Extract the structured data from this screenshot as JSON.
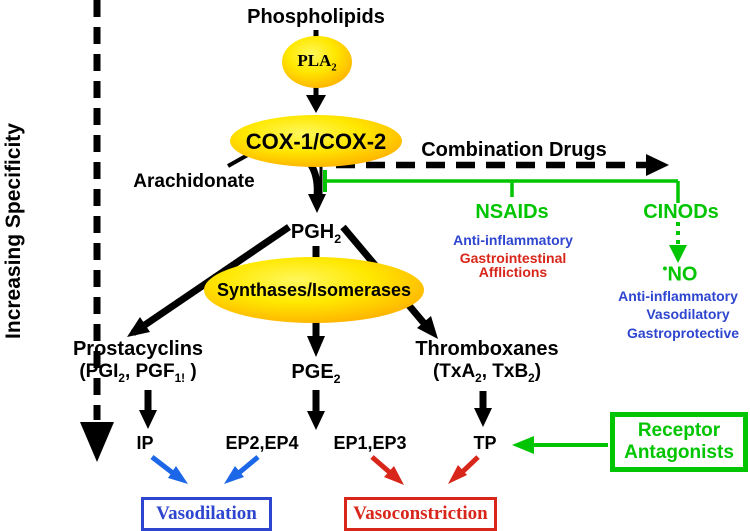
{
  "axis": {
    "label": "Increasing Specificity"
  },
  "pathway": {
    "phospholipids": "Phospholipids",
    "pla2": {
      "base": "PLA",
      "sub": "2"
    },
    "cox": "COX-1/COX-2",
    "arachidonate": "Arachidonate",
    "combination_drugs": "Combination Drugs",
    "pgh2": {
      "base": "PGH",
      "sub": "2"
    },
    "synthases": "Synthases/Isomerases",
    "prostacyclins": {
      "title": "Prostacyclins",
      "p1": "(PGI",
      "s1": "2",
      "p2": ", PGF",
      "s2": "1!",
      "p3": " )"
    },
    "pge2": {
      "base": "PGE",
      "sub": "2"
    },
    "thromboxanes": {
      "title": "Thromboxanes",
      "p1": "(TxA",
      "s1": "2",
      "p2": ", TxB",
      "s2": "2",
      "p3": ")"
    },
    "receptors": {
      "ip": "IP",
      "ep24": "EP2,EP4",
      "ep13": "EP1,EP3",
      "tp": "TP"
    },
    "outcomes": {
      "vasodilation": "Vasodilation",
      "vasoconstriction": "Vasoconstriction"
    }
  },
  "drugs": {
    "nsaids": {
      "name": "NSAIDs",
      "effect1": "Anti-inflammatory",
      "effect2": "Gastrointestinal",
      "effect3": "Afflictions"
    },
    "cinods": {
      "name": "CINODs",
      "no_dot": "•",
      "no_base": "NO",
      "effect1": "Anti-inflammatory",
      "effect2": "Vasodilatory",
      "effect3": "Gastroprotective"
    },
    "receptor_antagonists": {
      "line1": "Receptor",
      "line2": "Antagonists"
    }
  },
  "colors": {
    "green": "#00C500",
    "blue_text": "#2E46CF",
    "blue_arrow": "#1C66E8",
    "red": "#D8261A",
    "ellipse_yellow": "#FFEE00",
    "ellipse_orange": "#FFA800",
    "black": "#000000"
  }
}
